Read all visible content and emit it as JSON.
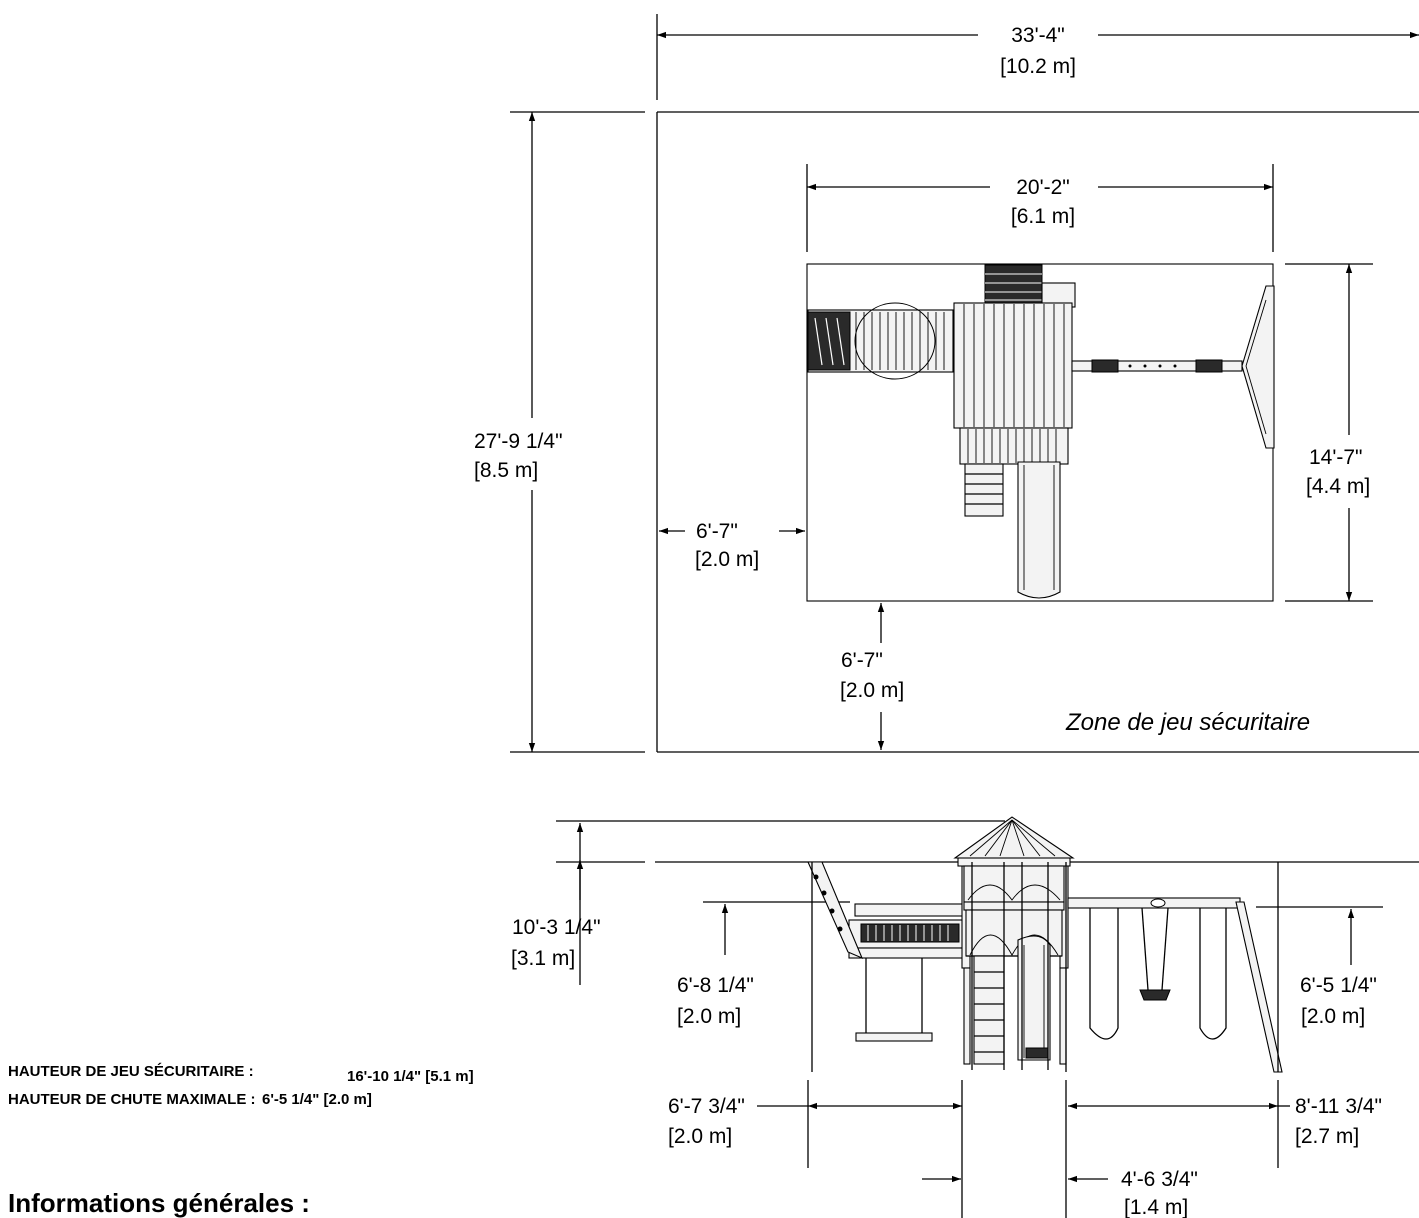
{
  "plan": {
    "overall_width": {
      "ft": "33'-4\"",
      "m": "[10.2 m]"
    },
    "overall_depth": {
      "ft": "27'-9 1/4\"",
      "m": "[8.5 m]"
    },
    "unit_width": {
      "ft": "20'-2\"",
      "m": "[6.1 m]"
    },
    "unit_depth": {
      "ft": "14'-7\"",
      "m": "[4.4 m]"
    },
    "side_clearance": {
      "ft": "6'-7\"",
      "m": "[2.0 m]"
    },
    "front_clearance": {
      "ft": "6'-7\"",
      "m": "[2.0 m]"
    },
    "zone_label": "Zone de jeu sécuritaire"
  },
  "elevation": {
    "total_height": {
      "ft": "10'-3 1/4\"",
      "m": "[3.1 m]"
    },
    "deck_height": {
      "ft": "6'-8 1/4\"",
      "m": "[2.0 m]"
    },
    "swing_height": {
      "ft": "6'-5 1/4\"",
      "m": "[2.0 m]"
    },
    "left_span": {
      "ft": "6'-7 3/4\"",
      "m": "[2.0 m]"
    },
    "center_span": {
      "ft": "4'-6 3/4\"",
      "m": "[1.4 m]"
    },
    "right_span": {
      "ft": "8'-11 3/4\"",
      "m": "[2.7 m]"
    }
  },
  "specs": {
    "safe_play_height_label": "HAUTEUR DE JEU SÉCURITAIRE :",
    "safe_play_height_value": "16'-10 1/4\" [5.1 m]",
    "max_fall_height_label": "HAUTEUR DE CHUTE MAXIMALE :",
    "max_fall_height_value": "6'-5 1/4\" [2.0 m]"
  },
  "section_title": "Informations générales :"
}
